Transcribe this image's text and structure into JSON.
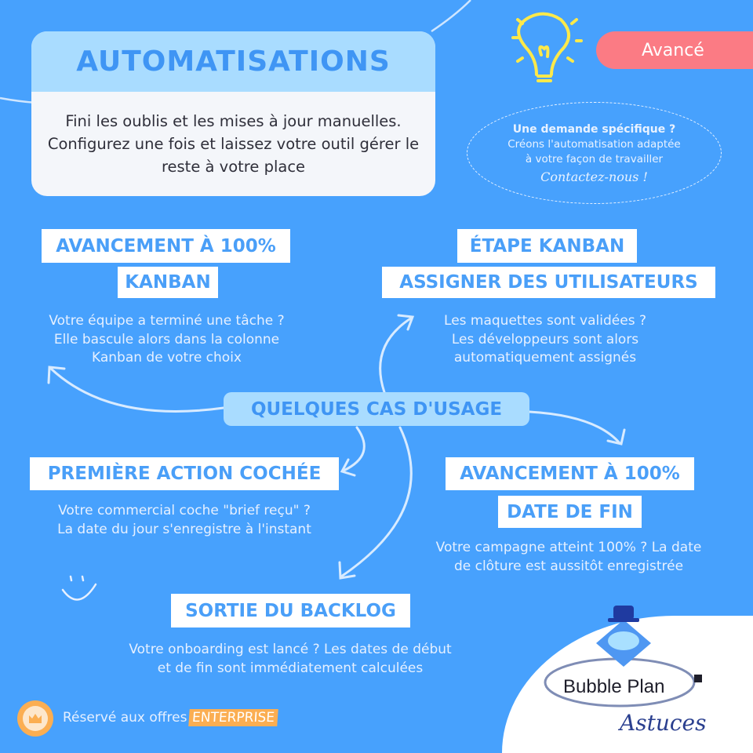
{
  "header": {
    "title": "AUTOMATISATIONS",
    "subtitle": "Fini les oublis et les mises à jour manuelles. Configurez une fois et laissez votre outil gérer le reste à votre place"
  },
  "level_badge": "Avancé",
  "contact": {
    "question": "Une demande spécifique ?",
    "line1": "Créons l'automatisation adaptée",
    "line2": "à votre façon de travailler",
    "cta": "Contactez-nous !"
  },
  "center_label": "QUELQUES CAS D'USAGE",
  "cases": [
    {
      "trigger": "AVANCEMENT À 100%",
      "action": "KANBAN",
      "lines": [
        "Votre équipe a terminé une tâche ?",
        "Elle bascule alors dans la colonne",
        "Kanban de votre choix"
      ]
    },
    {
      "trigger": "ÉTAPE KANBAN",
      "action": "ASSIGNER DES UTILISATEURS",
      "lines": [
        "Les maquettes sont validées ?",
        "Les développeurs sont alors",
        "automatiquement assignés"
      ]
    },
    {
      "trigger": "PREMIÈRE ACTION COCHÉE",
      "lines": [
        "Votre commercial coche \"brief reçu\" ?",
        "La date du jour s'enregistre à l'instant"
      ]
    },
    {
      "trigger": "AVANCEMENT À 100%",
      "action": "DATE DE FIN",
      "lines": [
        "Votre campagne atteint 100% ? La date",
        "de clôture est aussitôt enregistrée"
      ]
    },
    {
      "trigger": "SORTIE DU BACKLOG",
      "lines": [
        "Votre onboarding est lancé ? Les dates de début",
        "et de fin sont immédiatement calculées"
      ]
    }
  ],
  "footer": {
    "text": "Réservé aux offres",
    "plan": "ENTERPRISE"
  },
  "brand": {
    "name": "Bubble Plan",
    "tagline": "Astuces"
  },
  "colors": {
    "background": "#47a1fd",
    "title_blue": "#3f95f4",
    "badge": "#fb7b84",
    "enterprise": "#fbae52",
    "bulb": "#fde94a"
  }
}
